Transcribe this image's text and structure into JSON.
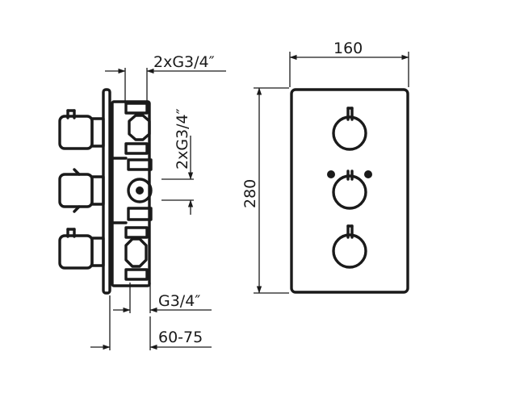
{
  "dimensions": {
    "width_label": "160",
    "height_label": "280",
    "outlet_thread_top": "2xG3/4″",
    "outlet_thread_side": "2xG3/4″",
    "inlet_thread": "G3/4″",
    "depth_range": "60-75"
  },
  "colors": {
    "line": "#1a1a1a",
    "background": "#ffffff"
  }
}
